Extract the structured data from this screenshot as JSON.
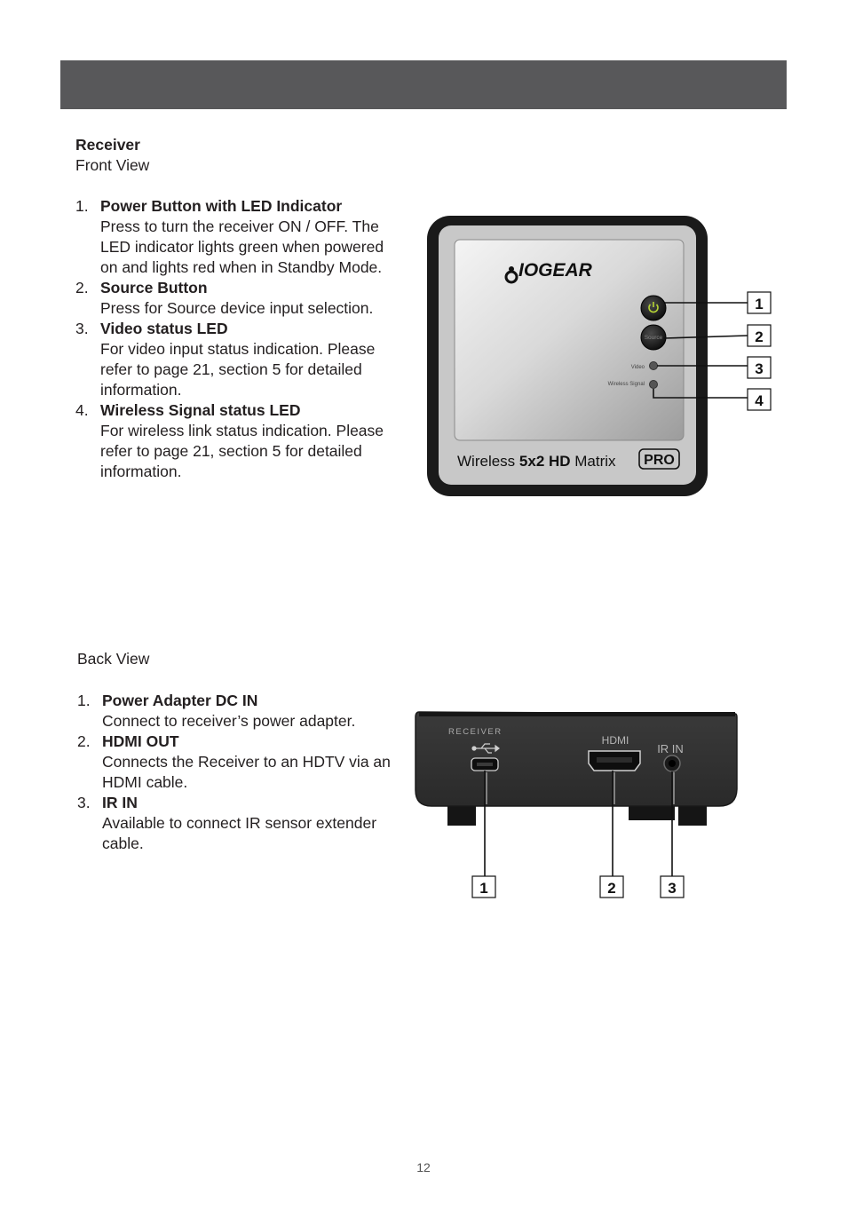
{
  "section": {
    "title": "Receiver"
  },
  "front": {
    "subtitle": "Front View",
    "items": [
      {
        "num": "1.",
        "title": "Power Button with LED Indicator",
        "desc": "Press to turn the receiver ON / OFF. The LED indicator lights green when powered on and lights red when in Standby Mode."
      },
      {
        "num": "2.",
        "title": "Source Button",
        "desc": "Press for Source device input selection."
      },
      {
        "num": "3.",
        "title": "Video status LED",
        "desc": "For video input status indication. Please refer to page 21, section 5 for detailed information."
      },
      {
        "num": "4.",
        "title": "Wireless Signal status LED",
        "desc": "For wireless link status indication. Please refer to page 21, section 5 for detailed information."
      }
    ],
    "device": {
      "brand": "IOGEAR",
      "product_a": "Wireless ",
      "product_b": "5x2 HD",
      "product_c": " Matrix",
      "badge": "PRO",
      "source_label": "Source",
      "video_label": "Video",
      "wireless_label": "Wireless Signal"
    },
    "callouts": [
      "1",
      "2",
      "3",
      "4"
    ]
  },
  "back": {
    "subtitle": "Back View",
    "items": [
      {
        "num": "1.",
        "title": "Power Adapter DC IN",
        "desc": "Connect to receiver’s power adapter."
      },
      {
        "num": "2.",
        "title": "HDMI OUT",
        "desc": "Connects the Receiver to an HDTV via an HDMI cable."
      },
      {
        "num": "3.",
        "title": "IR IN",
        "desc": "Available to connect IR sensor extender cable."
      }
    ],
    "device": {
      "receiver_label": "RECEIVER",
      "hdmi_label": "HDMI",
      "irin_label": "IR IN"
    },
    "callouts": [
      "1",
      "2",
      "3"
    ]
  },
  "page_number": "12",
  "colors": {
    "header_bar": "#58585a",
    "led_green": "#b5d334"
  }
}
